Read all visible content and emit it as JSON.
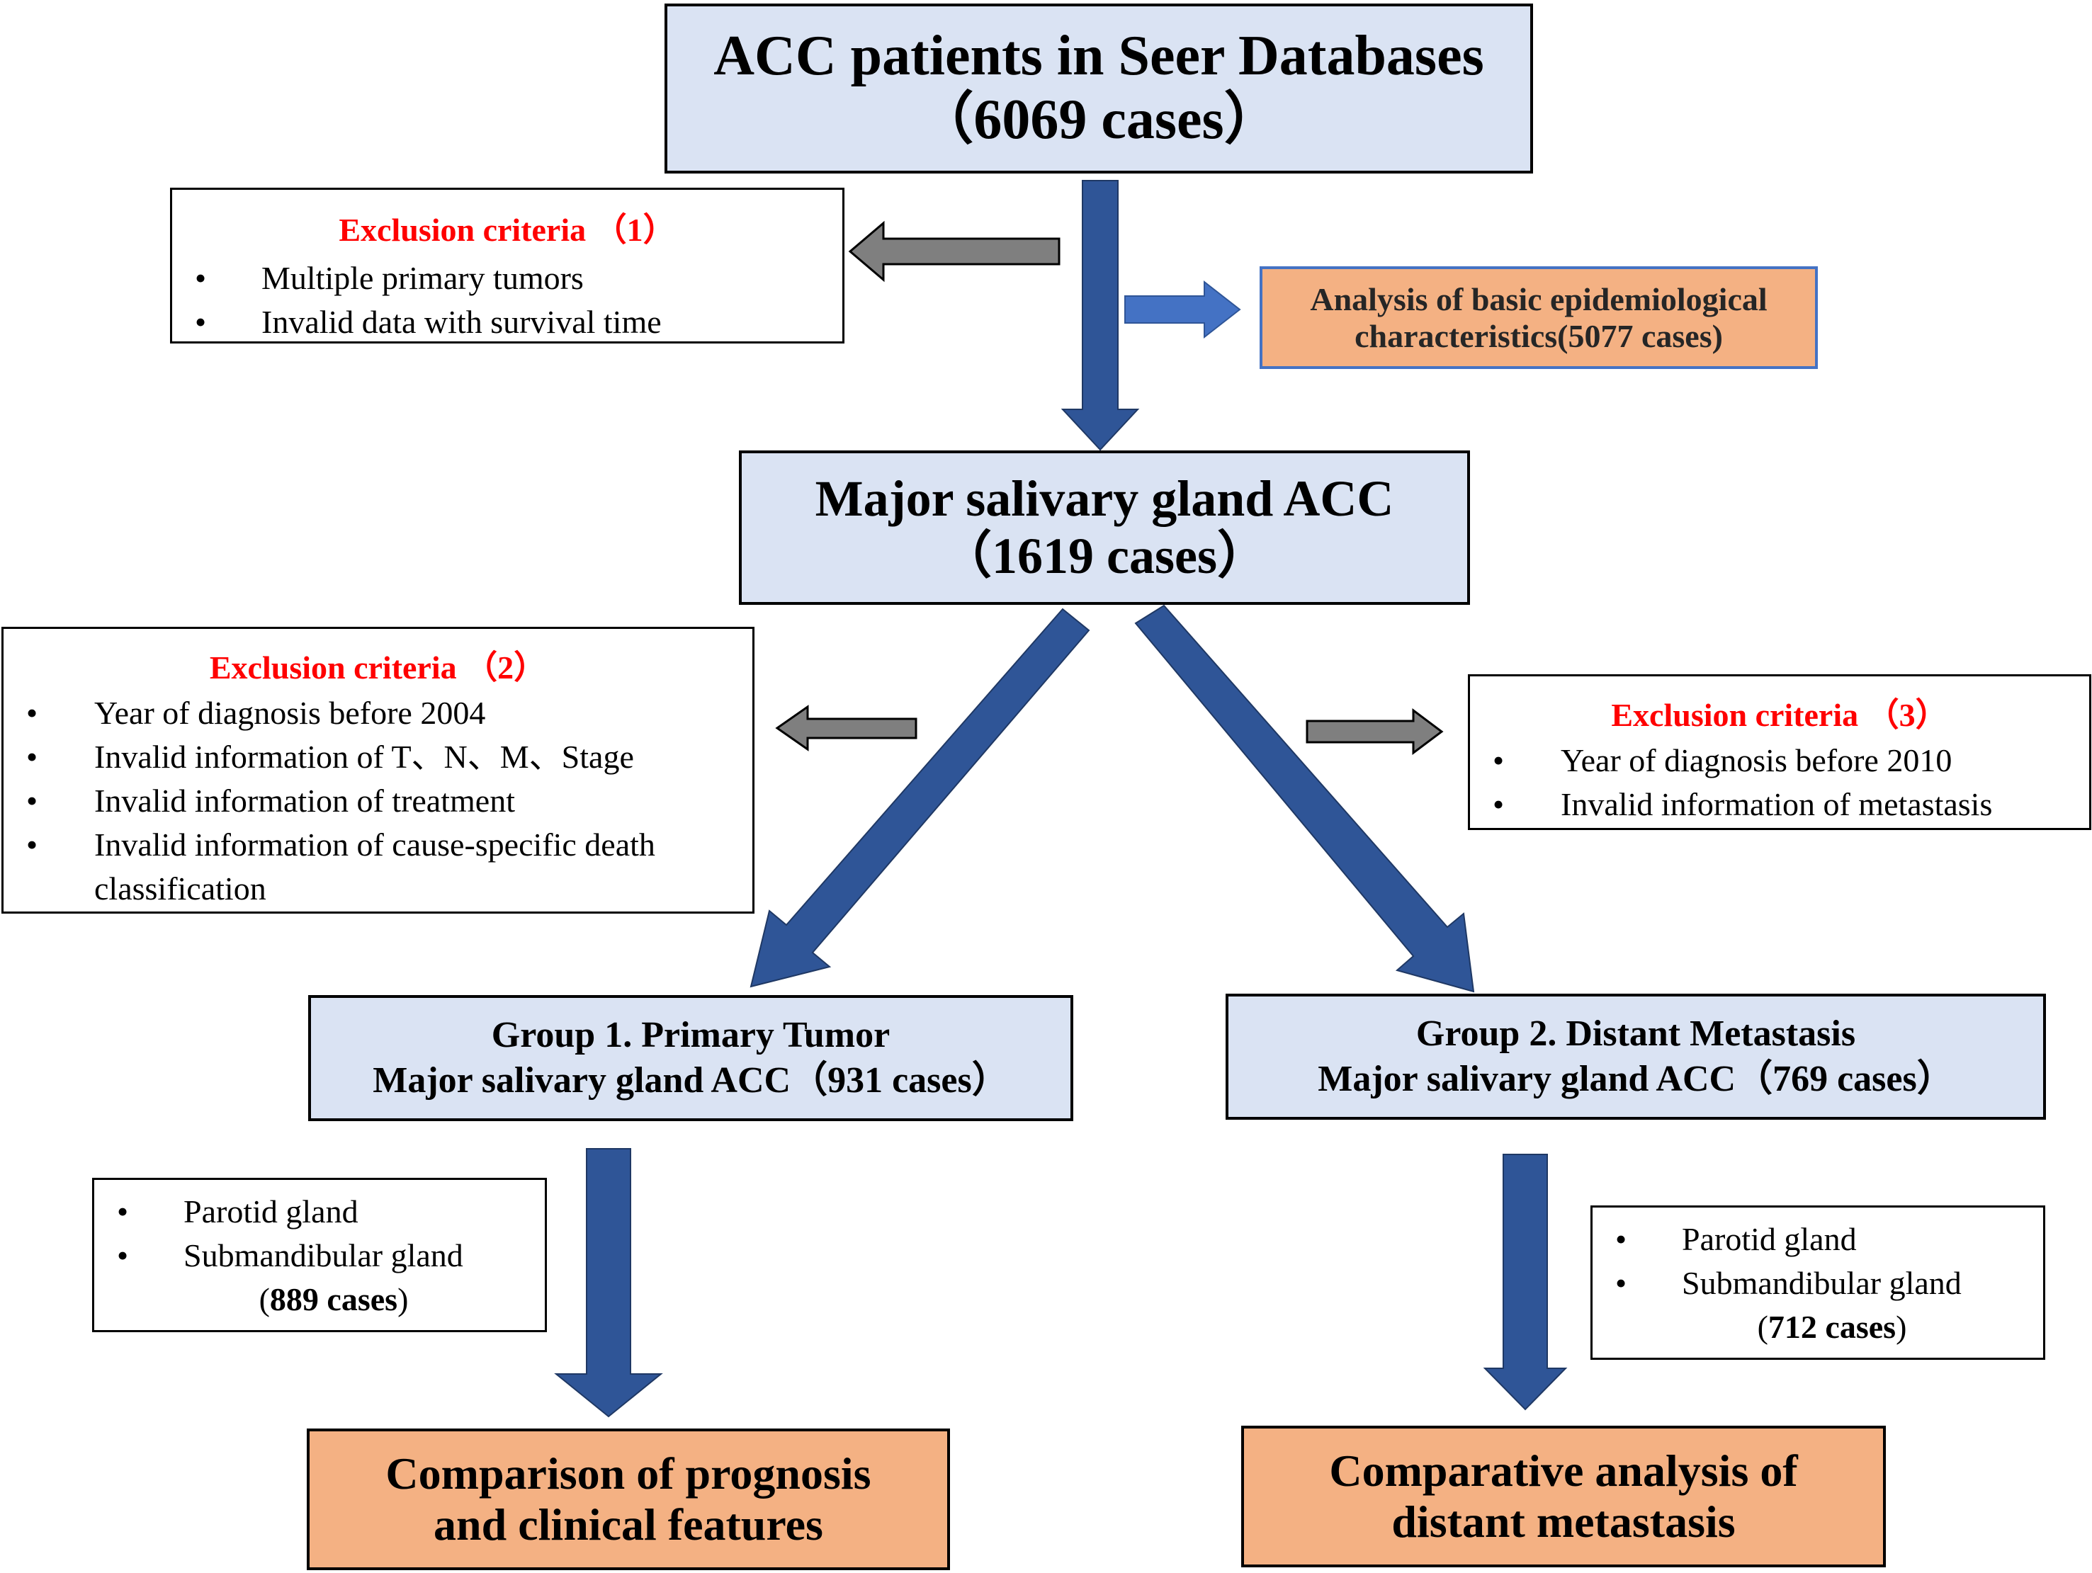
{
  "top_box": {
    "line1": "ACC patients in Seer Databases",
    "line2": "（6069 cases）"
  },
  "exclusion1": {
    "title": "Exclusion criteria （1）",
    "items": [
      "Multiple primary  tumors",
      "Invalid data with survival time"
    ]
  },
  "epi_box": {
    "line1": "Analysis of basic epidemiological",
    "line2": "characteristics(5077 cases)"
  },
  "major_box": {
    "line1": "Major salivary gland ACC",
    "line2": "（1619 cases）"
  },
  "exclusion2": {
    "title": "Exclusion criteria （2）",
    "items": [
      "Year of diagnosis before 2004",
      "Invalid information of T、N、M、Stage",
      "Invalid information of treatment",
      "Invalid information of cause-specific death",
      "classification"
    ]
  },
  "exclusion3": {
    "title": "Exclusion criteria （3）",
    "items": [
      "Year of diagnosis before 2010",
      "Invalid information of metastasis"
    ]
  },
  "group1": {
    "line1": "Group 1. Primary Tumor",
    "line2": "Major salivary gland ACC（931 cases）"
  },
  "group2": {
    "line1": "Group 2. Distant Metastasis",
    "line2": "Major salivary gland ACC（769 cases）"
  },
  "sites1": {
    "items": [
      "Parotid gland",
      "Submandibular gland"
    ],
    "count_open": "(",
    "count": "889 cases",
    "count_close": ")"
  },
  "sites2": {
    "items": [
      "Parotid gland",
      "Submandibular gland"
    ],
    "count_open": "(",
    "count": "712 cases",
    "count_close": ")"
  },
  "outcome1": {
    "line1": "Comparison of prognosis",
    "line2": "and clinical features"
  },
  "outcome2": {
    "line1": "Comparative analysis of",
    "line2": "distant metastasis"
  },
  "colors": {
    "blue_box": "#dae3f3",
    "orange_box": "#f4b183",
    "main_arrow": "#2f5597",
    "side_arrow": "#4472c4",
    "grey_arrow": "#7f7f7f",
    "criteria_title": "#ff0000"
  }
}
